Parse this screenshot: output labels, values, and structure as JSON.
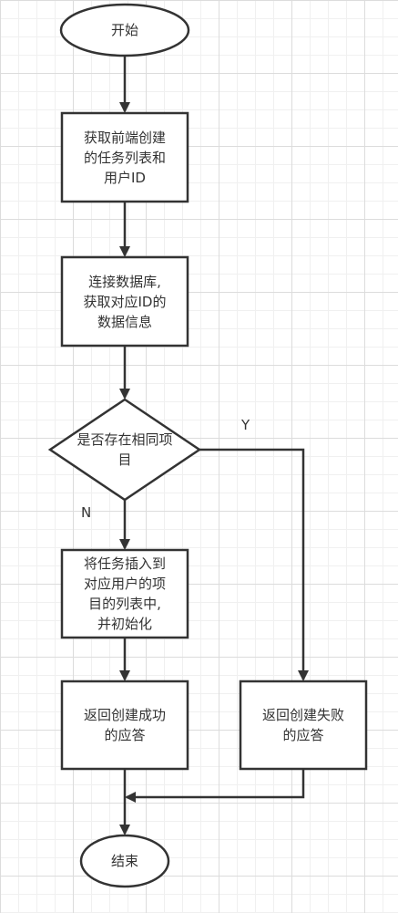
{
  "nodes": {
    "start": "开始",
    "fetch": "获取前端创建\n的任务列表和\n用户ID",
    "connect": "连接数据库,\n获取对应ID的\n数据信息",
    "decision": "是否存在相同项\n目",
    "insert": "将任务插入到\n对应用户的项\n目的列表中,\n并初始化",
    "success": "返回创建成功\n的应答",
    "fail": "返回创建失败\n的应答",
    "end": "结束"
  },
  "edges": {
    "yes": "Y",
    "no": "N"
  }
}
